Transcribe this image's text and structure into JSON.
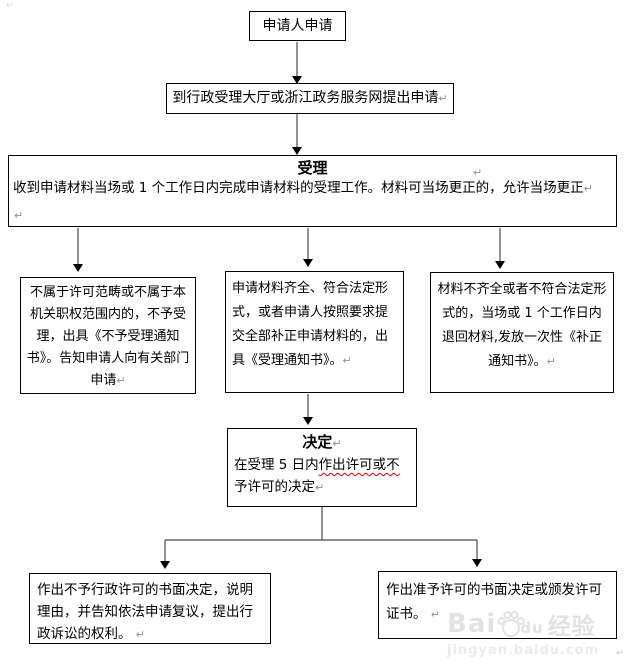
{
  "page": {
    "background": "#ffffff",
    "box_border_color": "#000000",
    "connector_line_color": "#4a4a4a",
    "arrowhead_color": "#000000",
    "spellcheck_underline_color": "#d40000",
    "watermark_color": "#e2e2e2"
  },
  "marks": {
    "return_symbol": "↵"
  },
  "nodes": {
    "applicant": {
      "text": "申请人申请"
    },
    "submit": {
      "text": "到行政受理大厅或浙江政务服务网提出申请"
    },
    "accept": {
      "title": "受理",
      "body": "收到申请材料当场或 1 个工作日内完成申请材料的受理工作。材料可当场更正的，允许当场更正"
    },
    "not_accept": {
      "text": "不属于许可范畴或不属于本机关职权范围内的，不予受理，出具《不予受理通知书》。告知申请人向有关部门申请"
    },
    "materials_complete": {
      "text": "申请材料齐全、符合法定形式，或者申请人按照要求提交全部补正申请材料的，出具《受理通知书》。"
    },
    "materials_incomplete": {
      "text": "材料不齐全或者不符合法定形式的，当场或 1 个工作日内退回材料,发放一次性《补正通知书》。"
    },
    "decision": {
      "title": "决定",
      "body_pre": "在受理 5 日内",
      "body_underlined": "作出许可或不",
      "body_post": "予许可的决定"
    },
    "deny": {
      "text": "作出不予行政许可的书面决定，说明理由，并告知依法申请复议，提出行政诉讼的权利。"
    },
    "grant": {
      "text": "作出准予许可的书面决定或颁发许可证书。"
    }
  },
  "watermark": {
    "brand_left": "Bai",
    "brand_right": "du",
    "suffix": "经验",
    "url": "jingyan.baidu.com"
  }
}
